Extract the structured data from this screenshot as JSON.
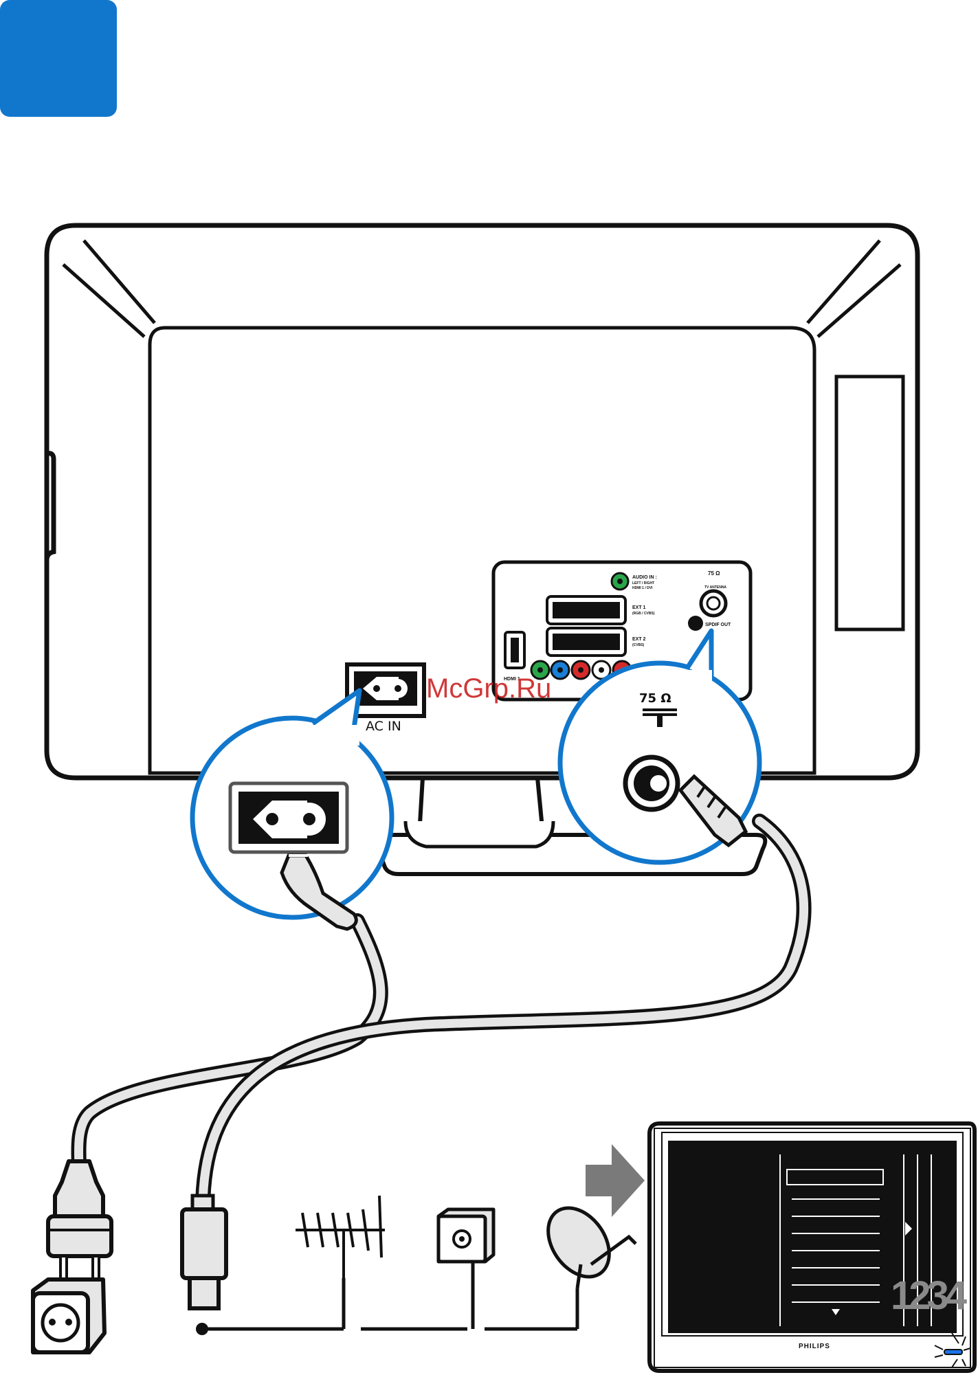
{
  "labels": {
    "ac_in": "AC IN",
    "ohm_panel": "75 Ω",
    "ohm_zoom": "75 Ω",
    "audio_in": "AUDIO IN :",
    "audio_in_sub1": "LEFT / RIGHT",
    "audio_in_sub2": "HDMI 1 / DVI",
    "ext1": "EXT 1",
    "ext1_sub": "(RGB / CVBS)",
    "ext2": "EXT 2",
    "ext2_sub": "(CVBS)",
    "hdmi1": "HDMI 1",
    "tv_antenna": "TV ANTENNA",
    "spdif_out": "SPDIF OUT",
    "brand": "PHILIPS",
    "channel_number": "1234",
    "watermark": "McGrp.Ru"
  },
  "colors": {
    "step_badge": "#1177cc",
    "callout_ring": "#1177cc",
    "cable_fill": "#e6e6e6",
    "arrow_gray": "#7a7a7a",
    "watermark": "#cc2222",
    "led_blue": "#1a73e8"
  },
  "icons": [
    "power-plug-icon",
    "wall-socket-icon",
    "antenna-icon",
    "coax-wall-outlet-icon",
    "satellite-dish-icon",
    "next-arrow-icon"
  ]
}
